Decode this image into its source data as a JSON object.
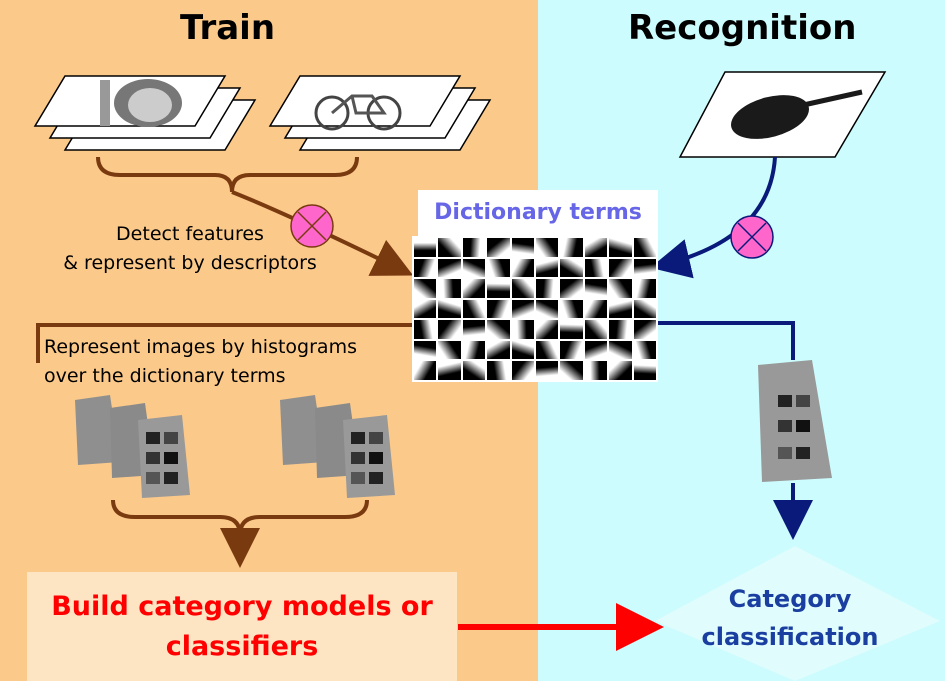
{
  "train": {
    "title": "Train"
  },
  "recognition": {
    "title": "Recognition"
  },
  "steps": {
    "detect_line1": "Detect features",
    "detect_line2": "& represent by descriptors",
    "histogram_line1": "Represent images by histograms",
    "histogram_line2": "over the dictionary terms"
  },
  "dictionary": {
    "title": "Dictionary terms"
  },
  "build": {
    "line1": "Build category models or",
    "line2": "classifiers"
  },
  "classification": {
    "line1": "Category",
    "line2": "classification"
  },
  "colors": {
    "train_bg": "#FBC98A",
    "recognition_bg": "#CCFCFD",
    "brown_arrow": "#7A3A10",
    "navy_arrow": "#0A1A7A",
    "red_arrow": "#FF0000",
    "magenta_circle": "#FF66CC"
  },
  "icons": [
    "image-stack-face",
    "image-stack-bicycle",
    "violin-image",
    "multiply-circle-icon",
    "paper-bag-icon"
  ]
}
